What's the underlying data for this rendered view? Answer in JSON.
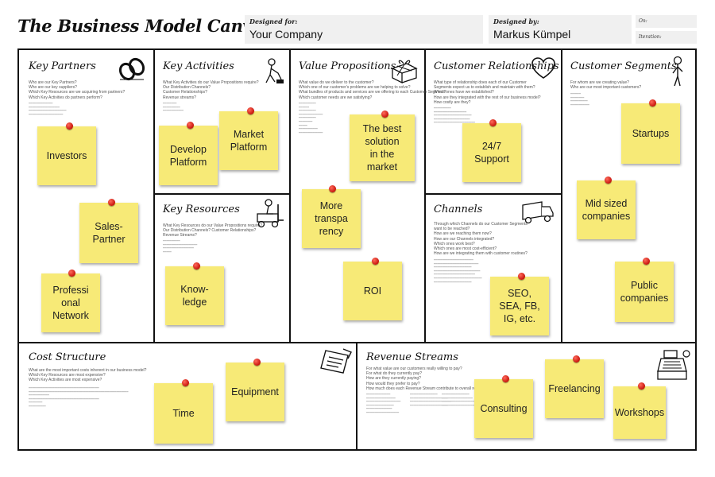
{
  "header": {
    "title": "The Business Model Canvas",
    "designed_for_label": "Designed for:",
    "designed_for_value": "Your Company",
    "designed_by_label": "Designed by:",
    "designed_by_value": "Markus Kümpel",
    "on_label": "On:",
    "iteration_label": "Iteration:"
  },
  "sections": {
    "key_partners": {
      "title": "Key Partners",
      "questions": "Who are our Key Partners?\nWho are our key suppliers?\nWhich Key Resources are we acquiring from partners?\nWhich Key Activities do partners perform?"
    },
    "key_activities": {
      "title": "Key Activities",
      "questions": "What Key Activities do our Value Propositions require?\nOur Distribution Channels?\nCustomer Relationships?\nRevenue streams?"
    },
    "key_resources": {
      "title": "Key Resources",
      "questions": "What Key Resources do our Value Propositions require?\nOur Distribution Channels? Customer Relationships?\nRevenue Streams?"
    },
    "value_propositions": {
      "title": "Value Propositions",
      "questions": "What value do we deliver to the customer?\nWhich one of our customer's problems are we helping to solve?\nWhat bundles of products and services are we offering to each Customer Segment?\nWhich customer needs are we satisfying?"
    },
    "customer_relationships": {
      "title": "Customer Relationships",
      "questions": "What type of relationship does each of our Customer\nSegments expect us to establish and maintain with them?\nWhich ones have we established?\nHow are they integrated with the rest of our business model?\nHow costly are they?"
    },
    "channels": {
      "title": "Channels",
      "questions": "Through which Channels do our Customer Segments\nwant to be reached?\nHow are we reaching them now?\nHow are our Channels integrated?\nWhich ones work best?\nWhich ones are most cost-efficient?\nHow are we integrating them with customer routines?"
    },
    "customer_segments": {
      "title": "Customer Segments",
      "questions": "For whom are we creating value?\nWho are our most important customers?"
    },
    "cost_structure": {
      "title": "Cost Structure",
      "questions": "What are the most important costs inherent in our business model?\nWhich Key Resources are most expensive?\nWhich Key Activities are most expensive?"
    },
    "revenue_streams": {
      "title": "Revenue Streams",
      "questions": "For what value are our customers really willing to pay?\nFor what do they currently pay?\nHow are they currently paying?\nHow would they prefer to pay?\nHow much does each Revenue Stream contribute to overall revenues?"
    }
  },
  "notes": {
    "investors": "Investors",
    "sales_partner": "Sales-\nPartner",
    "professional_network": "Professi\nonal\nNetwork",
    "develop_platform": "Develop\nPlatform",
    "market_platform": "Market\nPlatform",
    "knowledge": "Know-\nledge",
    "best_solution": "The best\nsolution\nin the\nmarket",
    "more_transparency": "More\ntranspa\nrency",
    "roi": "ROI",
    "support": "24/7\nSupport",
    "seo": "SEO,\nSEA, FB,\nIG, etc.",
    "startups": "Startups",
    "mid_sized": "Mid sized\ncompanies",
    "public": "Public\ncompanies",
    "time": "Time",
    "equipment": "Equipment",
    "consulting": "Consulting",
    "freelancing": "Freelancing",
    "workshops": "Workshops"
  },
  "colors": {
    "note_yellow": "#f7ea77",
    "pin_red": "#d8221a",
    "frame_black": "#111111",
    "header_box_grey": "#f0f0f0"
  },
  "icons": [
    "chain-link-icon",
    "worker-icon",
    "forklift-icon",
    "gift-icon",
    "heart-icon",
    "truck-icon",
    "person-icon",
    "price-tag-icon",
    "cash-register-icon"
  ]
}
